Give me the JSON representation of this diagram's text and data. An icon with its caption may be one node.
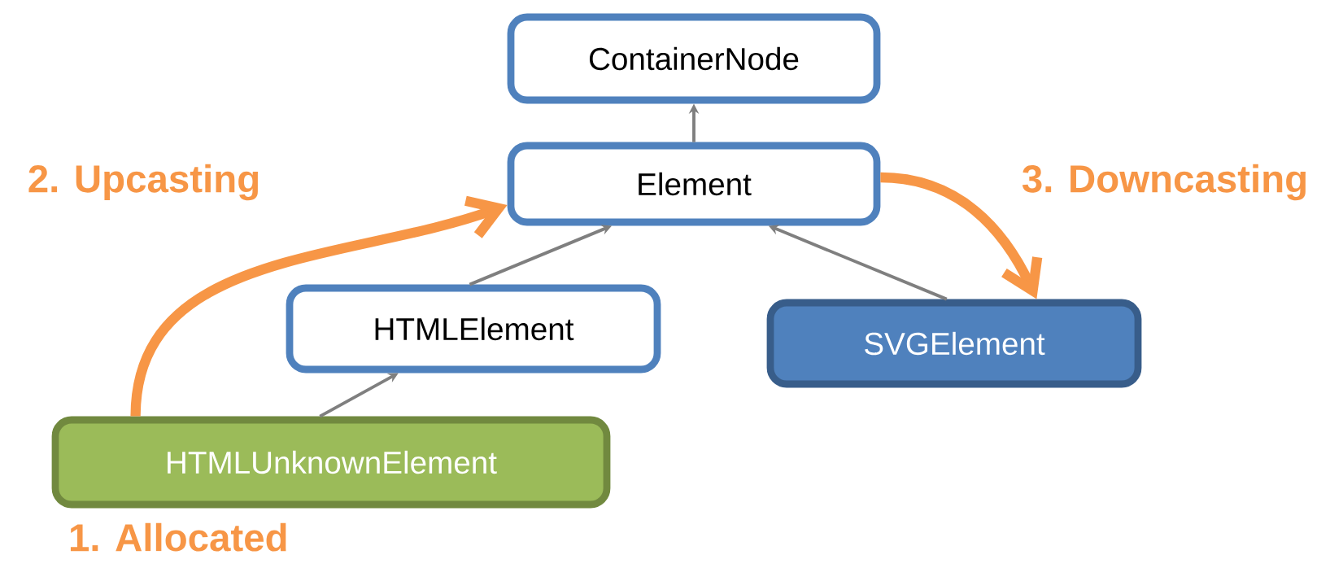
{
  "diagram": {
    "nodes": [
      {
        "text": [
          "ContainerNode"
        ]
      },
      {
        "text": [
          "Element"
        ]
      },
      {
        "text": [
          "HTMLElement"
        ]
      },
      {
        "text": [
          "SVGElement"
        ]
      },
      {
        "text": [
          "HTMLUnknownElement"
        ],
        "beside": [
          "1. Allocated"
        ]
      }
    ],
    "edges": [
      {
        "from": 1,
        "to": 0,
        "arrow": "to"
      },
      {
        "from": 2,
        "to": 1,
        "arrow": "to"
      },
      {
        "from": 3,
        "to": 1,
        "arrow": "to"
      },
      {
        "from": 4,
        "to": 2,
        "arrow": "to"
      },
      {
        "from": 4,
        "to": 1,
        "arrow": "to",
        "label": "2. Upcasting",
        "style": "thick",
        "color": "#f79646"
      },
      {
        "from": 1,
        "to": 3,
        "arrow": "to",
        "label": "3. Downcasting",
        "style": "thick",
        "color": "#f79646"
      }
    ]
  }
}
